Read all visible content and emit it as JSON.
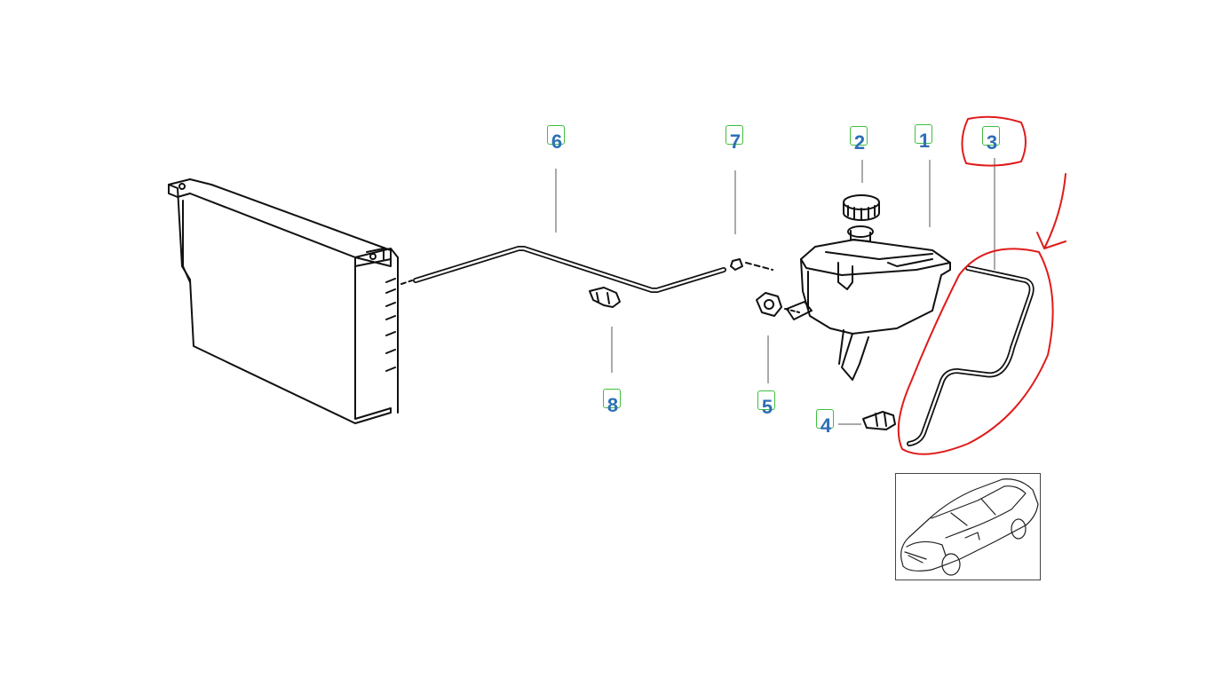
{
  "diagram": {
    "callouts": [
      {
        "id": "6",
        "label": "6"
      },
      {
        "id": "7",
        "label": "7"
      },
      {
        "id": "2",
        "label": "2"
      },
      {
        "id": "1",
        "label": "1"
      },
      {
        "id": "3",
        "label": "3"
      },
      {
        "id": "8",
        "label": "8"
      },
      {
        "id": "5",
        "label": "5"
      },
      {
        "id": "4",
        "label": "4"
      }
    ],
    "colors": {
      "line": "#111111",
      "callout_text": "#2e6fb7",
      "callout_box": "#3fbf3f",
      "annotation": "#e01b1b"
    },
    "annotation": {
      "highlighted_part": "3",
      "marks": [
        "circle-around-callout-3",
        "arrow",
        "loop-around-hose"
      ]
    },
    "thumbnail": {
      "icon": "car-outline-icon"
    }
  }
}
